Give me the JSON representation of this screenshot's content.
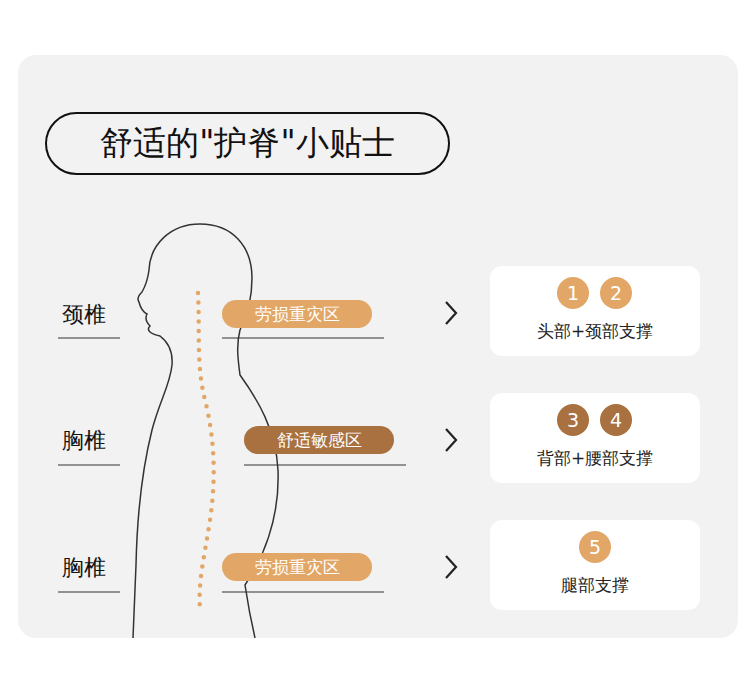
{
  "diagram": {
    "title": "舒适的\"护脊\"小贴士",
    "nodes": [
      {
        "text": [
          "劳损重灾区"
        ]
      },
      {
        "text": [
          "头部+颈部支撑"
        ]
      },
      {
        "text": [
          "1"
        ],
        "in": 1
      },
      {
        "text": [
          "2"
        ],
        "in": 1
      },
      {
        "text": [
          "舒适敏感区"
        ]
      },
      {
        "text": [
          "背部+腰部支撑"
        ]
      },
      {
        "text": [
          "3"
        ],
        "in": 5
      },
      {
        "text": [
          "4"
        ],
        "in": 5
      },
      {
        "text": [
          "劳损重灾区"
        ]
      },
      {
        "text": [
          "腿部支撑"
        ]
      },
      {
        "text": [
          "5"
        ],
        "in": 9
      }
    ],
    "labels": [
      "颈椎",
      "胸椎",
      "胸椎"
    ]
  }
}
